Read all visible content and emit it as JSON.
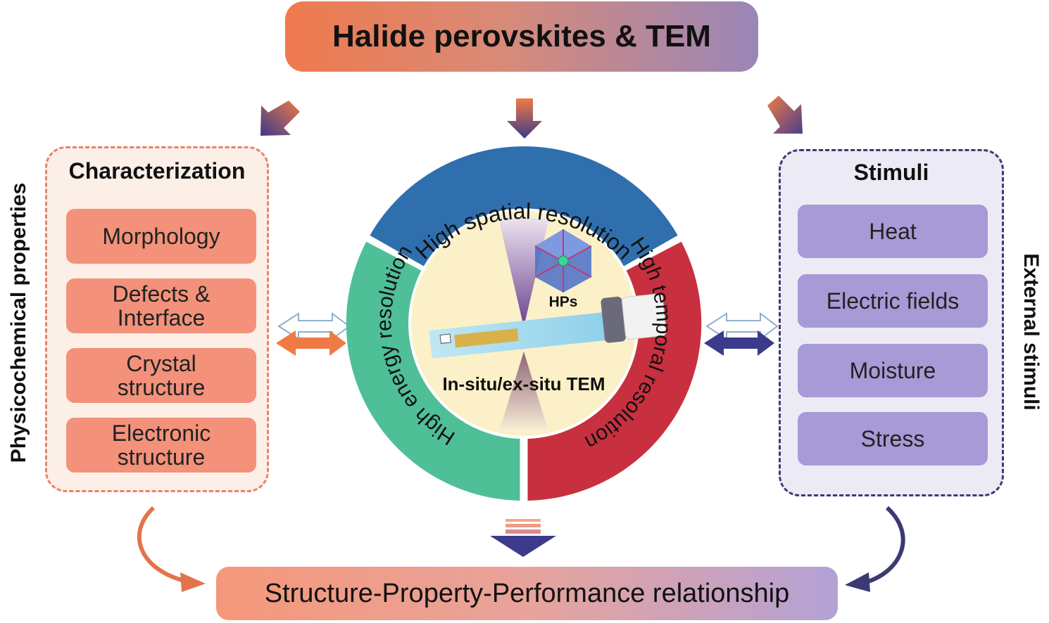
{
  "title": "Halide perovskites & TEM",
  "left_panel": {
    "side_label": "Physicochemical properties",
    "heading": "Characterization",
    "items": [
      {
        "line1": "Morphology",
        "line2": ""
      },
      {
        "line1": "Defects &",
        "line2": "Interface"
      },
      {
        "line1": "Crystal",
        "line2": "structure"
      },
      {
        "line1": "Electronic",
        "line2": "structure"
      }
    ]
  },
  "right_panel": {
    "side_label": "External stimuli",
    "heading": "Stimuli",
    "items": [
      "Heat",
      "Electric fields",
      "Moisture",
      "Stress"
    ]
  },
  "center": {
    "segments": {
      "spatial": "High spatial resolution",
      "energy": "High energy resolution",
      "temporal": "High temporal resolution"
    },
    "hps_label": "HPs",
    "tem_label": "In-situ/ex-situ TEM"
  },
  "bottom": "Structure-Property-Performance relationship",
  "colors": {
    "orange": "#ef7a4e",
    "purple": "#3c3a72",
    "spatial": "#2f6fae",
    "energy": "#4fbf97",
    "temporal": "#c8303f",
    "core": "#fbf0c8"
  }
}
